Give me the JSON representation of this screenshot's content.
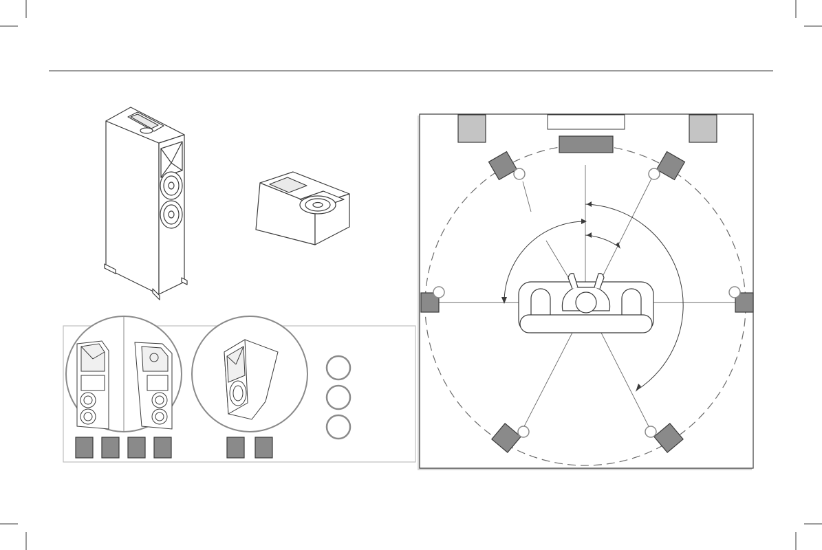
{
  "page": {
    "background": "#ffffff",
    "line_color": "#3a3a3a",
    "box_fill": "#8a8a8a",
    "box_fill_light": "#c4c4c4",
    "panel_border": "#bdbdbd",
    "dashed_circle_color": "#6a6a6a"
  },
  "product_views": [
    {
      "name": "tower-speaker-illustration"
    },
    {
      "name": "elevation-module-illustration"
    }
  ],
  "mounting_inset": {
    "detail_circles": [
      "tower-top-module-detail",
      "wall-mounted-module-detail"
    ],
    "swatch_count_left": 4,
    "swatch_count_right": 2,
    "legend_circles": 3
  },
  "room_layout": {
    "front_speakers": [
      "front-left-speaker",
      "center-speaker",
      "front-right-speaker"
    ],
    "surround_speakers": [
      "side-left-speaker",
      "side-right-speaker"
    ],
    "height_speakers": [
      "front-left-height",
      "front-right-height",
      "rear-left-height",
      "rear-right-height"
    ],
    "listener": "listening-position"
  }
}
